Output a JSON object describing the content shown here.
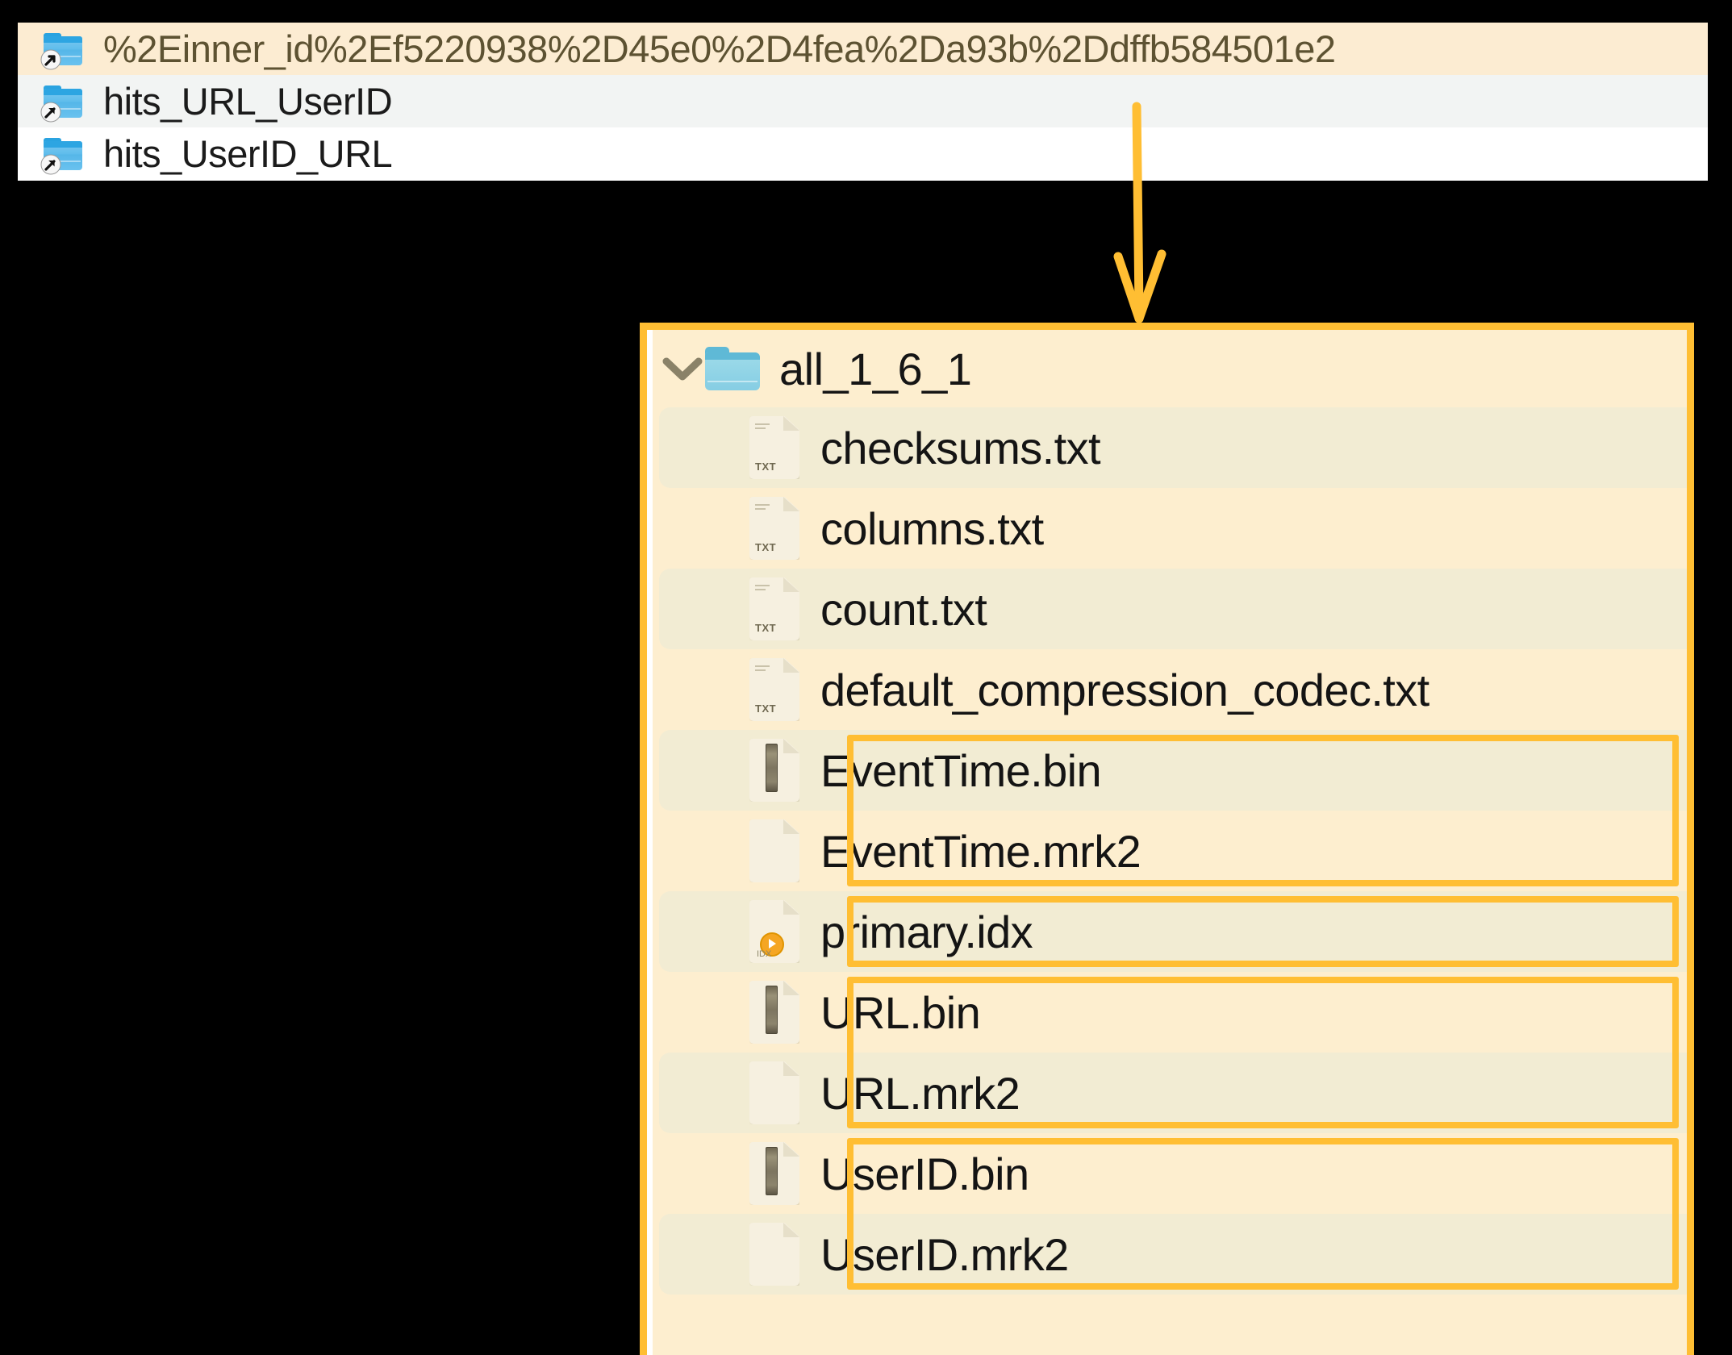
{
  "colors": {
    "highlight_orange": "#ffbe33",
    "panel_bg": "#fdeecf",
    "zebra_row": "#f2ecd3",
    "top_selected_row": "#fcecd2",
    "top_alt_row": "#f2f4f3",
    "folder_blue": "#5fbdec",
    "folder_cyan": "#8fd3e6",
    "idx_orange": "#f5a623"
  },
  "top_panel": {
    "rows": [
      {
        "label": "%2Einner_id%2Ef5220938%2D45e0%2D4fea%2Da93b%2Ddffb584501e2",
        "icon": "folder-symlink-icon",
        "state": "highlighted"
      },
      {
        "label": "hits_URL_UserID",
        "icon": "folder-symlink-icon",
        "state": "alt"
      },
      {
        "label": "hits_UserID_URL",
        "icon": "folder-symlink-icon",
        "state": "normal"
      }
    ]
  },
  "annotation": {
    "arrow": "down-arrow-annotation"
  },
  "main_panel": {
    "directory": {
      "name": "all_1_6_1",
      "expanded": true,
      "chevron": "chevron-down-icon",
      "icon": "folder-open-icon"
    },
    "files": [
      {
        "name": "checksums.txt",
        "icon": "txt-file-icon",
        "zebra": true,
        "highlighted": false
      },
      {
        "name": "columns.txt",
        "icon": "txt-file-icon",
        "zebra": false,
        "highlighted": false
      },
      {
        "name": "count.txt",
        "icon": "txt-file-icon",
        "zebra": true,
        "highlighted": false
      },
      {
        "name": "default_compression_codec.txt",
        "icon": "txt-file-icon",
        "zebra": false,
        "highlighted": false
      },
      {
        "name": "EventTime.bin",
        "icon": "bin-file-icon",
        "zebra": true,
        "highlighted": true
      },
      {
        "name": "EventTime.mrk2",
        "icon": "blank-file-icon",
        "zebra": false,
        "highlighted": true
      },
      {
        "name": "primary.idx",
        "icon": "idx-file-icon",
        "zebra": true,
        "highlighted": true
      },
      {
        "name": "URL.bin",
        "icon": "bin-file-icon",
        "zebra": false,
        "highlighted": true
      },
      {
        "name": "URL.mrk2",
        "icon": "blank-file-icon",
        "zebra": true,
        "highlighted": true
      },
      {
        "name": "UserID.bin",
        "icon": "bin-file-icon",
        "zebra": false,
        "highlighted": true
      },
      {
        "name": "UserID.mrk2",
        "icon": "blank-file-icon",
        "zebra": true,
        "highlighted": true
      }
    ],
    "highlight_groups": [
      {
        "label": "EventTime-group",
        "from": 4,
        "to": 5
      },
      {
        "label": "primary-idx-group",
        "from": 6,
        "to": 6
      },
      {
        "label": "URL-group",
        "from": 7,
        "to": 8
      },
      {
        "label": "UserID-group",
        "from": 9,
        "to": 10
      }
    ]
  }
}
